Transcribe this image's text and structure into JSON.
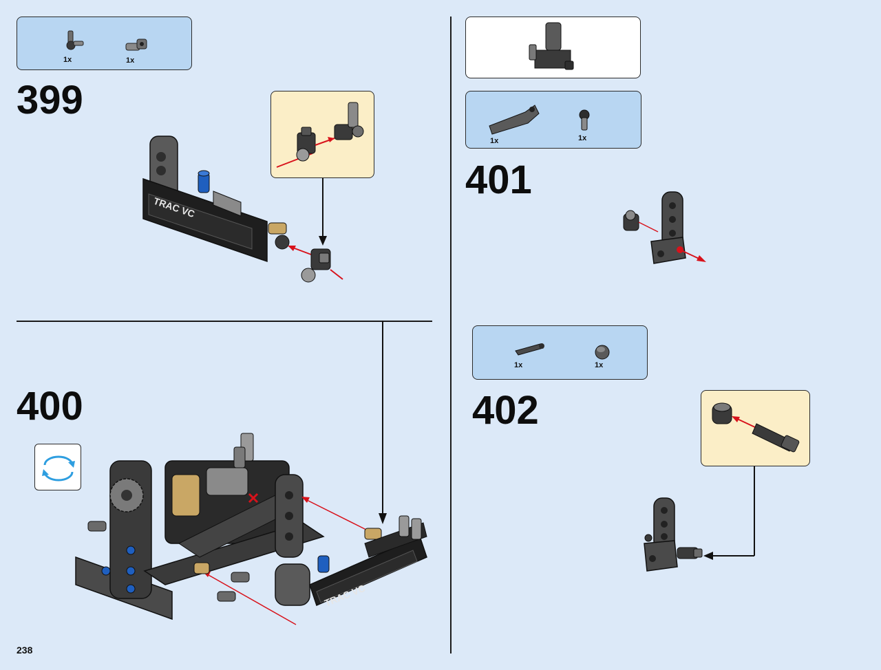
{
  "page": {
    "number": "238",
    "background": "#dce9f8"
  },
  "colors": {
    "parts_box": "#b8d6f2",
    "callout": "#fbeec7",
    "arrow": "#d8121b",
    "part_dark": "#2e2e2e",
    "part_grey": "#6f6f6f",
    "part_blue": "#1f5fbf",
    "part_tan": "#c9a765"
  },
  "steps": [
    {
      "number": "399",
      "parts": [
        {
          "qty": "1x",
          "part": "axle-pin-connector"
        },
        {
          "qty": "1x",
          "part": "angle-connector"
        }
      ],
      "plate_text": "TRAC VC"
    },
    {
      "number": "400",
      "rotate_icon": "rotate-model-icon",
      "plate_text": "TRAC VC"
    },
    {
      "number": "401",
      "parts": [
        {
          "qty": "1x",
          "part": "bent-beam"
        },
        {
          "qty": "1x",
          "part": "pin-connector"
        }
      ]
    },
    {
      "number": "402",
      "parts": [
        {
          "qty": "1x",
          "part": "axle-pin"
        },
        {
          "qty": "1x",
          "part": "bush"
        }
      ]
    }
  ]
}
